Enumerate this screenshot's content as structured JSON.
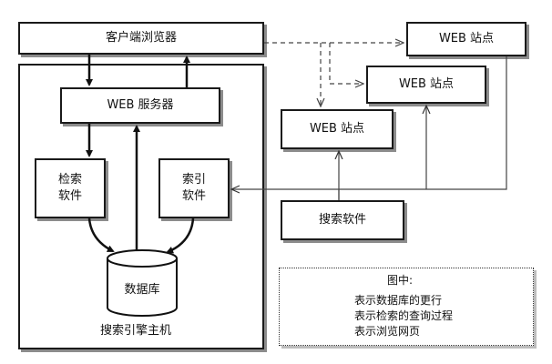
{
  "nodes": {
    "client_browser": "客户端浏览器",
    "web_server": "WEB 服务器",
    "search_software_inner": "检索\n软件",
    "index_software": "索引\n软件",
    "database": "数据库",
    "host_label": "搜索引擎主机",
    "web_site_1": "WEB 站点",
    "web_site_2": "WEB 站点",
    "web_site_3": "WEB 站点",
    "crawler_software": "搜索软件"
  },
  "legend": {
    "title": "图中:",
    "items": [
      {
        "style": "thin-arrow",
        "label": "表示数据库的更行"
      },
      {
        "style": "thick-arrow",
        "label": "表示检索的查询过程"
      },
      {
        "style": "dashed-arrow",
        "label": "表示浏览网页"
      }
    ]
  }
}
